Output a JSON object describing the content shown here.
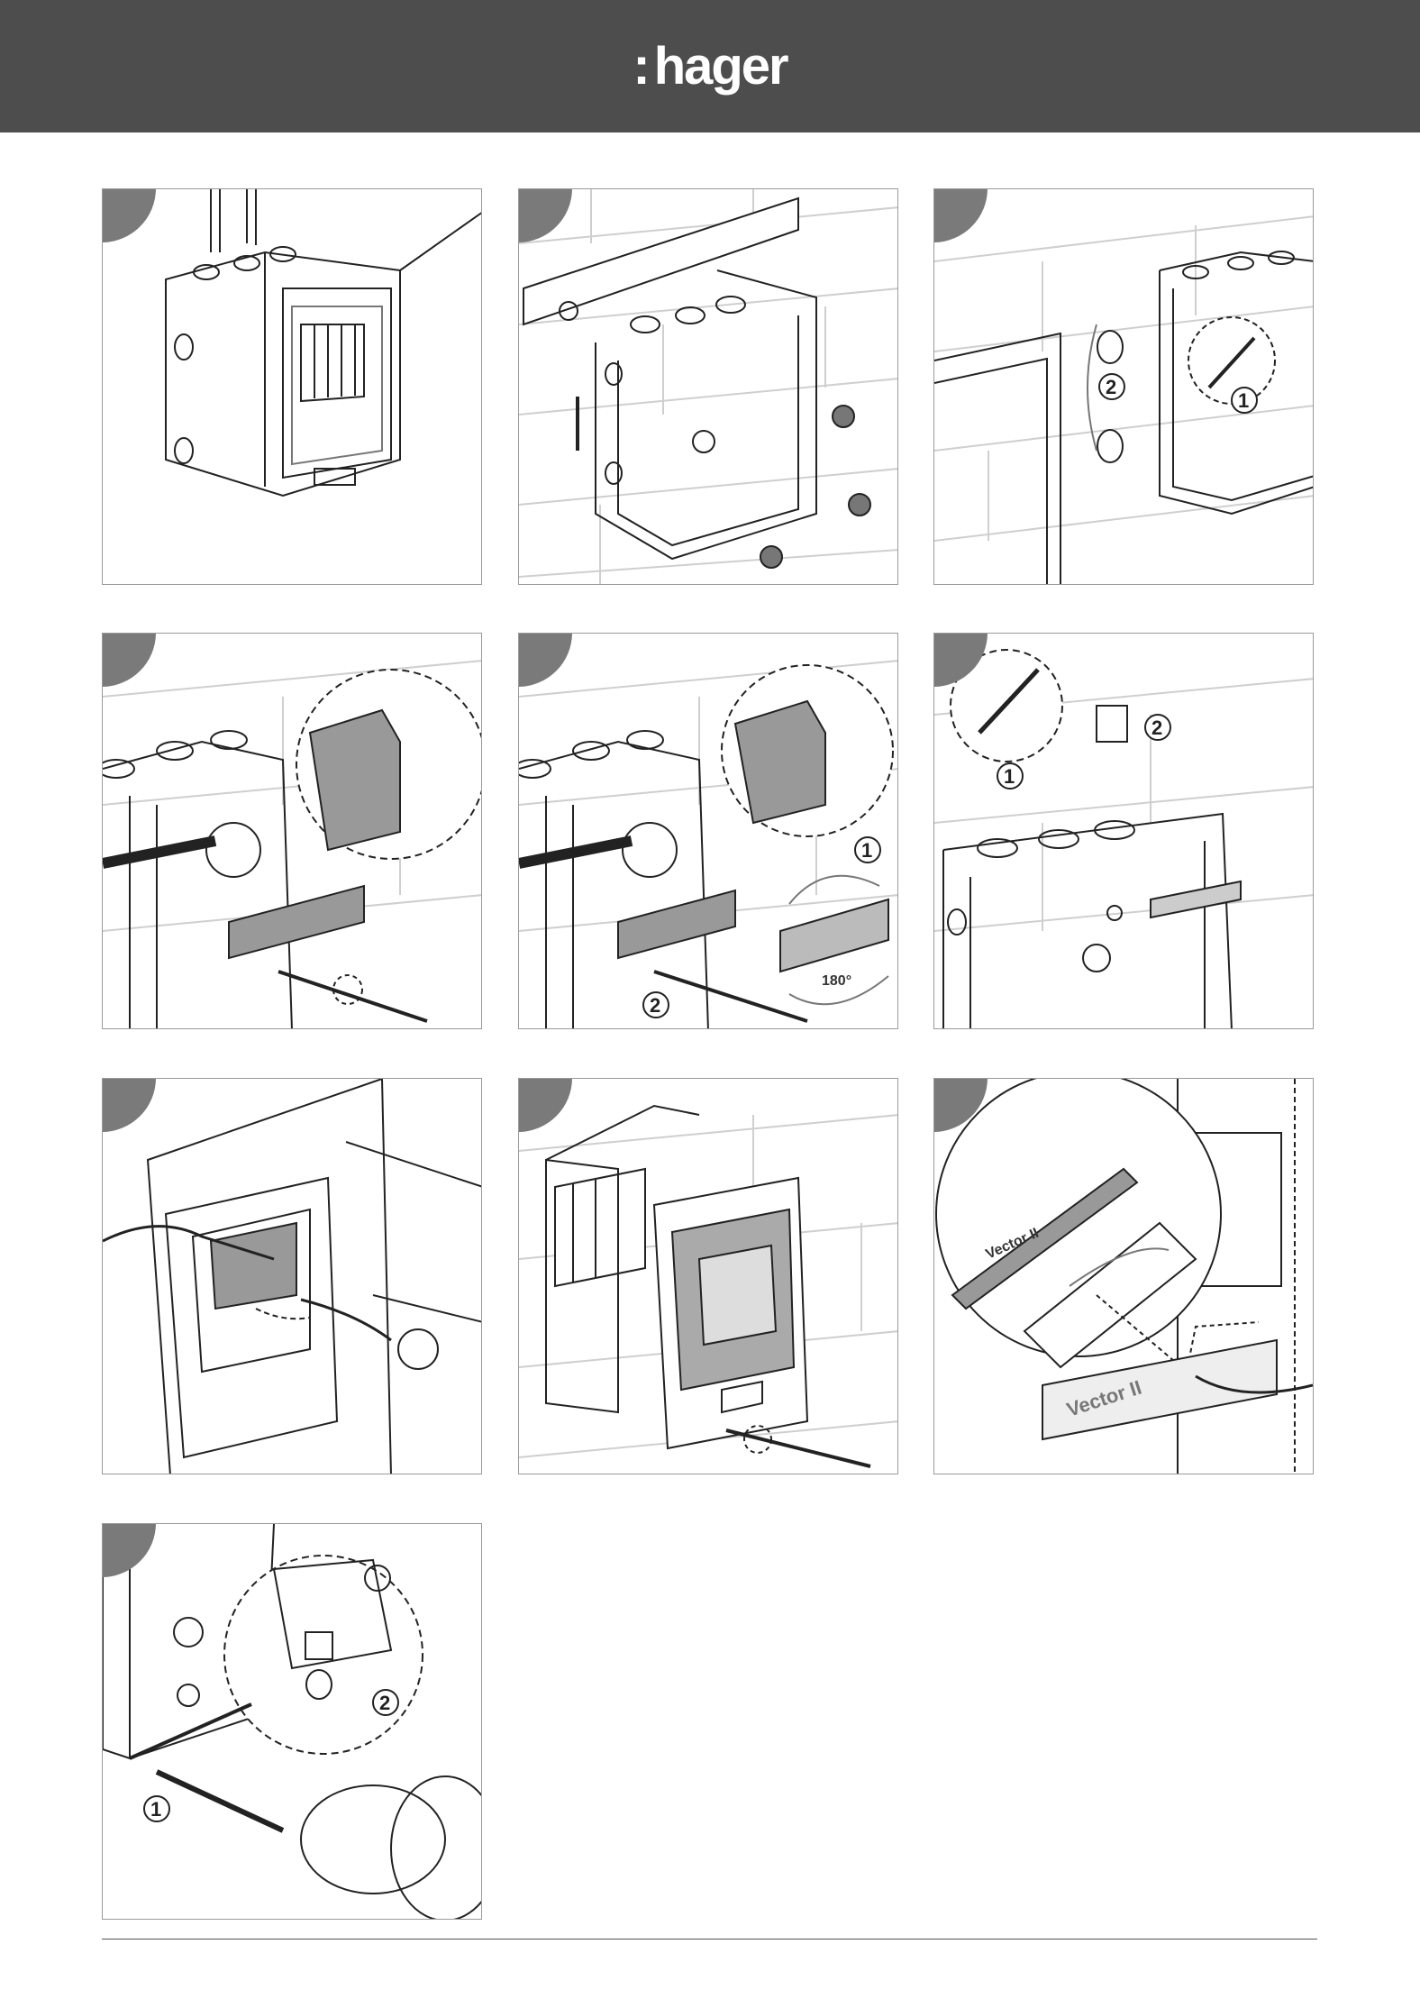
{
  "header": {
    "brand": "hager",
    "brand_mark": ":"
  },
  "panels": [
    {
      "id": "p1",
      "labels": []
    },
    {
      "id": "p2",
      "labels": []
    },
    {
      "id": "p3",
      "labels": [
        "2",
        "1"
      ]
    },
    {
      "id": "p4",
      "labels": []
    },
    {
      "id": "p5",
      "labels": [
        "1",
        "2",
        "180°"
      ]
    },
    {
      "id": "p6",
      "labels": [
        "1",
        "2"
      ]
    },
    {
      "id": "p7",
      "labels": []
    },
    {
      "id": "p8",
      "labels": []
    },
    {
      "id": "p9",
      "labels": [
        "Vector II",
        "Vector II"
      ]
    },
    {
      "id": "p10",
      "labels": [
        "1",
        "2"
      ]
    }
  ],
  "colors": {
    "header": "#4d4d4d",
    "tab": "#7a7a7a",
    "line": "#222222",
    "wall": "#cfcfcf"
  },
  "icons": [
    "spirit-level-icon",
    "screw-icon",
    "screwdriver-icon",
    "cable-gland-icon",
    "din-rail-icon",
    "recycle-bin-icon",
    "drill-icon",
    "hand-icon",
    "arrow-icon"
  ]
}
